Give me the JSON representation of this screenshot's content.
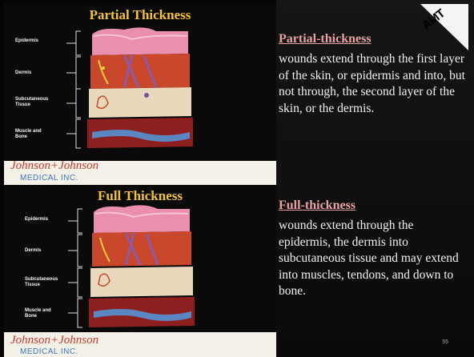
{
  "top_panel": {
    "title": "Partial Thickness",
    "labels": [
      "Epidermis",
      "Dermis",
      "Subcutaneous Tissue",
      "Muscle and Bone"
    ],
    "brand": "Johnson+Johnson",
    "brand_sub": "MEDICAL INC."
  },
  "bottom_panel": {
    "title": "Full Thickness",
    "labels": [
      "Epidermis",
      "Dermis",
      "Subcutaneous Tissue",
      "Muscle and Bone"
    ],
    "brand": "Johnson+Johnson",
    "brand_sub": "MEDICAL INC."
  },
  "logo_text": "AMT",
  "partial": {
    "heading": "Partial-thickness",
    "body": "wounds extend through the first layer of the skin, or epidermis and into, but not through, the second layer of the skin, or the dermis."
  },
  "full": {
    "heading": "Full-thickness",
    "body": "wounds extend through the epidermis, the dermis into subcutaneous tissue and may extend into muscles, tendons, and down to bone."
  },
  "page_number": "55",
  "colors": {
    "title": "#f2c23a",
    "heading": "#e9a2a2",
    "brand_red": "#c0392b",
    "brand_blue": "#3f74b8"
  }
}
